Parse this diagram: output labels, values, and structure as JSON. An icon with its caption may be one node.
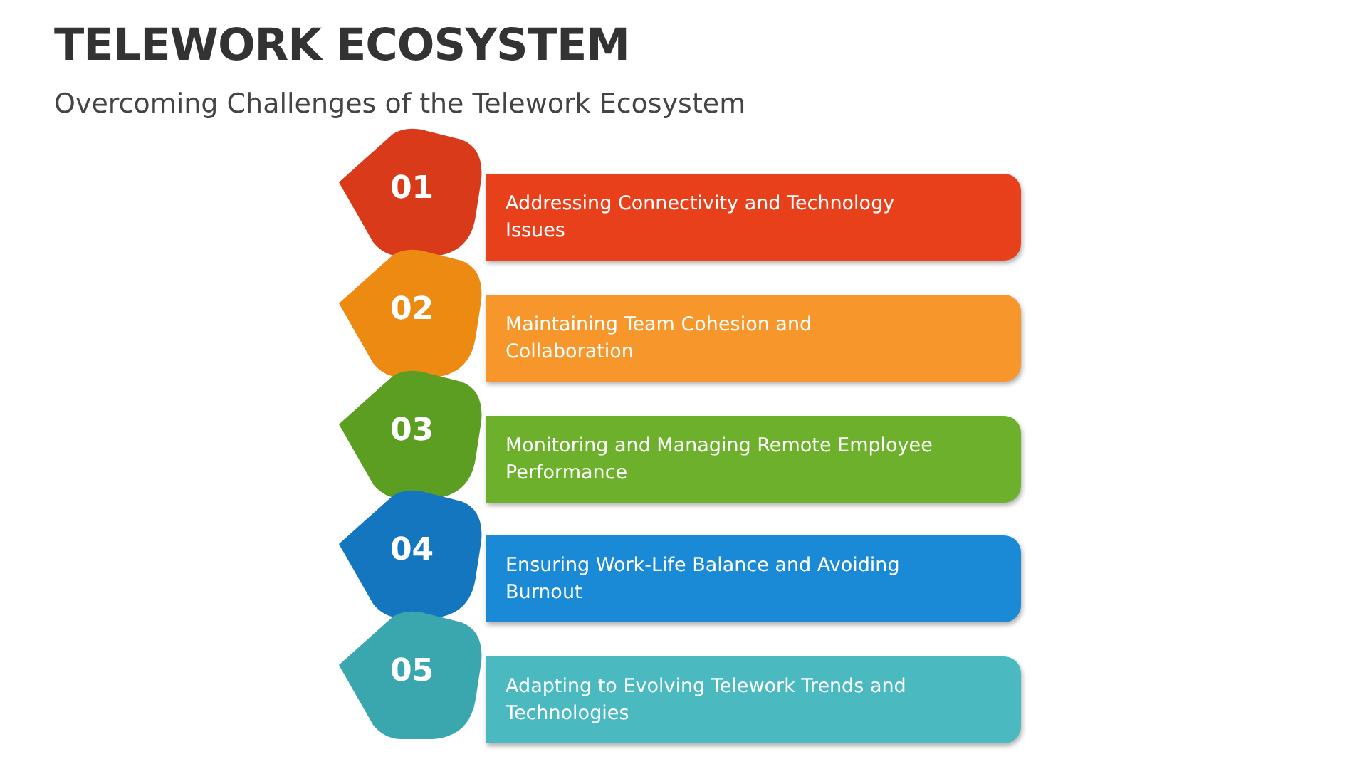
{
  "diagram": {
    "title": "TELEWORK ECOSYSTEM",
    "nodes": [
      {
        "text": [
          "01"
        ]
      },
      {
        "text": [
          "Addressing Connectivity and Technology Issues"
        ]
      },
      {
        "text": [
          "02"
        ]
      },
      {
        "text": [
          "Maintaining Team Cohesion and Collaboration"
        ]
      },
      {
        "text": [
          "03"
        ]
      },
      {
        "text": [
          "Monitoring and Managing Remote Employee Performance"
        ]
      },
      {
        "text": [
          "04"
        ]
      },
      {
        "text": [
          "Ensuring Work-Life Balance and Avoiding Burnout"
        ]
      },
      {
        "text": [
          "05"
        ]
      },
      {
        "text": [
          "Adapting to Evolving Telework Trends and Technologies"
        ]
      }
    ],
    "labels": [
      "Overcoming Challenges of the Telework Ecosystem"
    ]
  }
}
